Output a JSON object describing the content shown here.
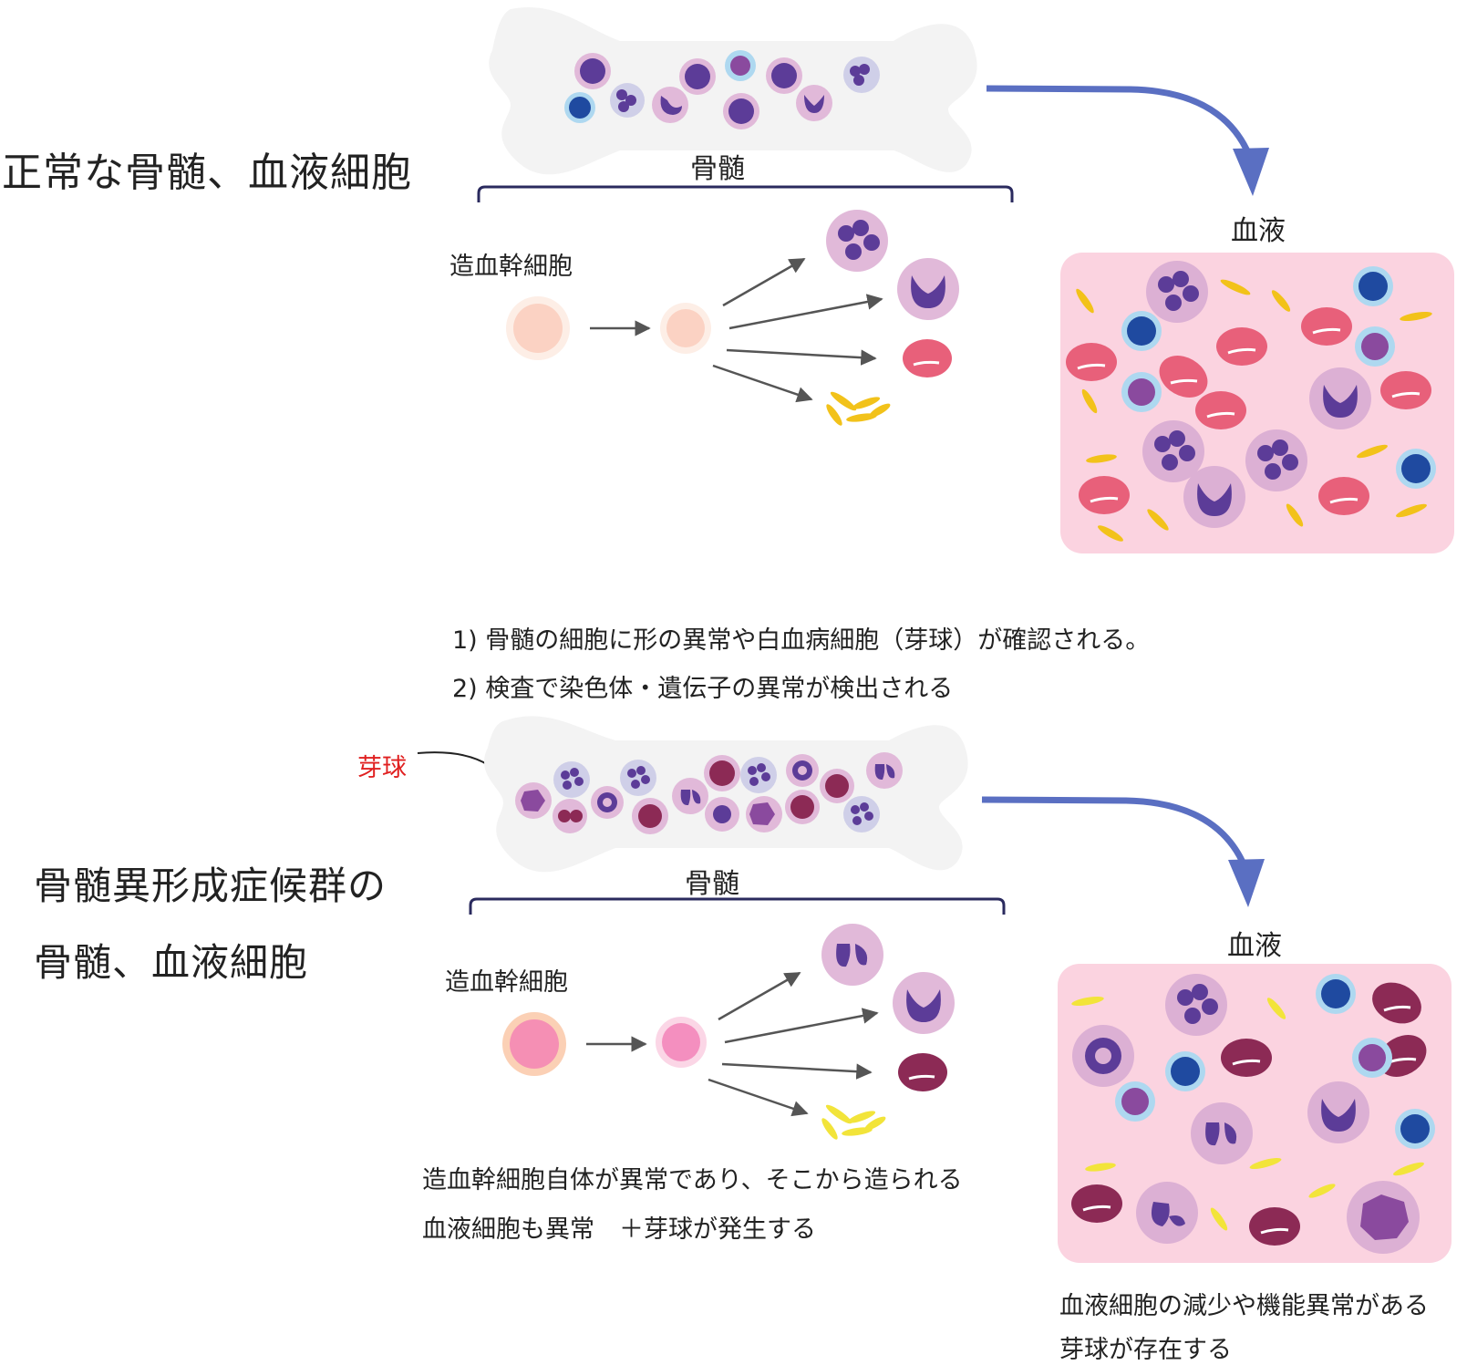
{
  "normal": {
    "title": "正常な骨髄、血液細胞",
    "marrow_label": "骨髄",
    "blood_label": "血液",
    "stem_label": "造血幹細胞"
  },
  "criteria": {
    "line1": "1) 骨髄の細胞に形の異常や白血病細胞（芽球）が確認される。",
    "line2": "2) 検査で染色体・遺伝子の異常が検出される"
  },
  "mds": {
    "blast_label": "芽球",
    "title_line1": "骨髄異形成症候群の",
    "title_line2": "骨髄、血液細胞",
    "marrow_label": "骨髄",
    "blood_label": "血液",
    "stem_label": "造血幹細胞",
    "note_line1": "造血幹細胞自体が異常であり、そこから造られる",
    "note_line2": "血液細胞も異常　＋芽球が発生する",
    "blood_note_line1": "血液細胞の減少や機能異常がある",
    "blood_note_line2": "芽球が存在する"
  },
  "colors": {
    "arrow_blue": "#5a6fc2",
    "bracket": "#2a2a5e",
    "blood_bg": "#fbd3e0",
    "bone": "#f2f2f2",
    "rbc_normal": "#e8607a",
    "rbc_abnormal": "#8c2a55",
    "platelet": "#f2c21a",
    "nucleus": "#5c3c98",
    "lymph_nucleus": "#1f4aa0",
    "blast_red": "#e02020"
  }
}
